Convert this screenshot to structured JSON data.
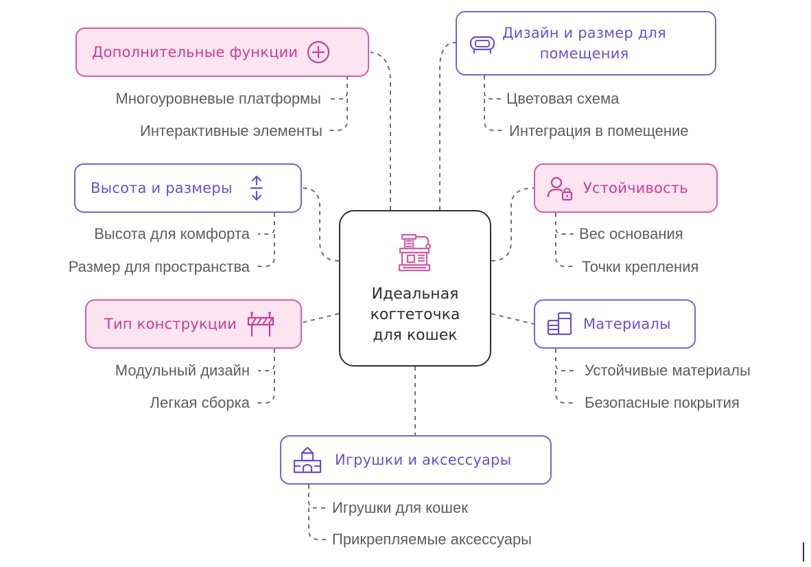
{
  "center": {
    "title": "Идеальная когтеточка для кошек",
    "icon": "cat-tree-icon"
  },
  "branches": {
    "extra_features": {
      "label": "Дополнительные функции",
      "icon": "plus-circle-icon",
      "items": [
        "Многоуровневые платформы",
        "Интерактивные элементы"
      ]
    },
    "design_size": {
      "label": "Дизайн и размер для помещения",
      "label_line1": "Дизайн и размер для",
      "label_line2": "помещения",
      "icon": "sofa-icon",
      "items": [
        "Цветовая схема",
        "Интеграция в помещение"
      ]
    },
    "height_size": {
      "label": "Высота и размеры",
      "icon": "vertical-arrows-icon",
      "items": [
        "Высота для комфорта",
        "Размер для пространства"
      ]
    },
    "stability": {
      "label": "Устойчивость",
      "icon": "user-lock-icon",
      "items": [
        "Вес основания",
        "Точки крепления"
      ]
    },
    "construction": {
      "label": "Тип конструкции",
      "icon": "barrier-icon",
      "items": [
        "Модульный дизайн",
        "Легкая сборка"
      ]
    },
    "materials": {
      "label": "Материалы",
      "icon": "stack-icon",
      "items": [
        "Устойчивые материалы",
        "Безопасные покрытия"
      ]
    },
    "toys": {
      "label": "Игрушки и аксессуары",
      "icon": "blocks-icon",
      "items": [
        "Игрушки для кошек",
        "Прикрепляемые аксессуары"
      ]
    }
  },
  "colors": {
    "pink_fill": "#fce4f1",
    "pink_border": "#d85aa7",
    "purple_border": "#7a5fd6",
    "center_border": "#2e2e2e",
    "connector": "#6e6e6e",
    "leaf_text": "#5d5d5d"
  }
}
